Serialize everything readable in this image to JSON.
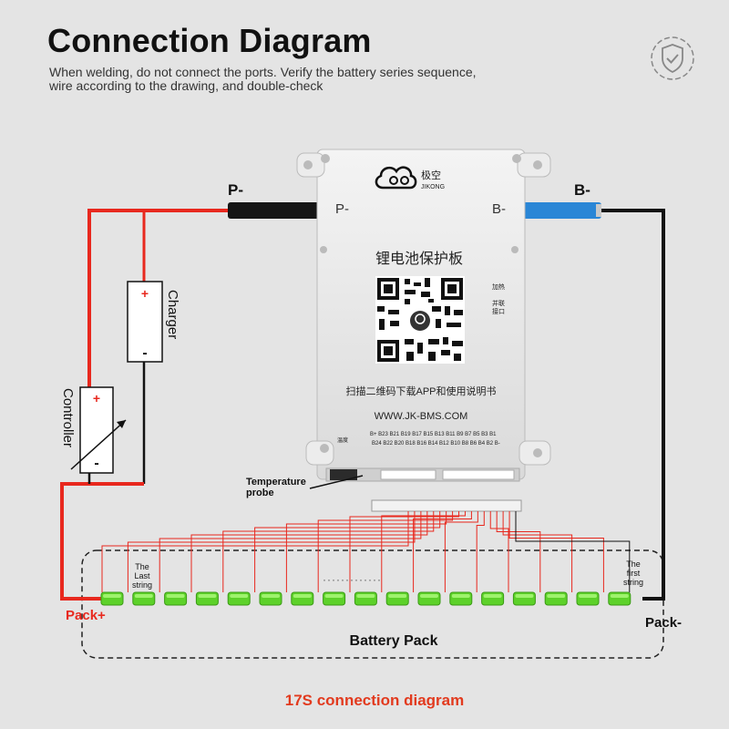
{
  "header": {
    "title": "Connection Diagram",
    "subtitle_line1": "When welding, do not connect the ports. Verify the battery series sequence,",
    "subtitle_line2": "wire according to the drawing, and double-check",
    "badge_icon": "shield-check-icon"
  },
  "board": {
    "brand_cn": "极空",
    "brand_en": "JIKONG",
    "p_label": "P-",
    "b_label": "B-",
    "title_cn": "锂电池保护板",
    "heat_label": "加热",
    "parallel_label_1": "并联",
    "parallel_label_2": "接口",
    "scan_text": "扫描二维码下载APP和使用说明书",
    "website": "WWW.JK-BMS.COM",
    "temp_label": "温度",
    "pins_top": "B+ B23 B21 B19 B17 B15 B13 B11 B9 B7 B5 B3 B1",
    "pins_bottom": "B24 B22 B20 B18 B16 B14 B12 B10 B8 B6 B4 B2 B-",
    "logo_icon": "cloud-logo-icon",
    "qr_icon": "qr-code-icon"
  },
  "labels": {
    "p_minus": "P-",
    "b_minus": "B-",
    "charger": "Charger",
    "controller": "Controller",
    "temp_probe_1": "Temperature",
    "temp_probe_2": "probe",
    "last_string_1": "The",
    "last_string_2": "Last",
    "last_string_3": "string",
    "first_string_1": "The",
    "first_string_2": "first",
    "first_string_3": "string",
    "pack_plus": "Pack+",
    "pack_minus": "Pack-",
    "battery_pack": "Battery Pack",
    "plus_sign": "+",
    "minus_sign": "-",
    "ellipsis": "·············"
  },
  "footer": {
    "caption": "17S connection diagram"
  },
  "colors": {
    "red": "#e8281e",
    "black": "#111111",
    "blue": "#2a86d6",
    "green": "#5dd12a",
    "caption_red": "#e23a1e"
  }
}
